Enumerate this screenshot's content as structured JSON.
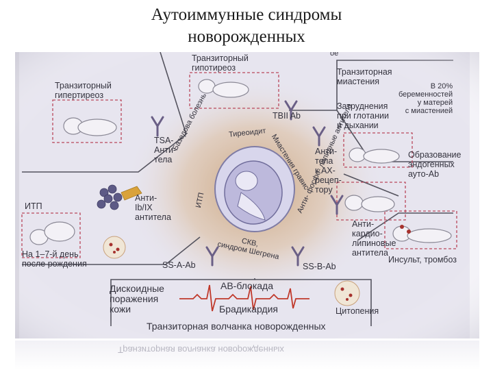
{
  "title": {
    "line1": "Аутоиммунные синдромы",
    "line2": "новорожденных"
  },
  "figure": {
    "top_cut": "ое",
    "transient_hypothyroid": [
      "Транзиторный",
      "гипотиреоз"
    ],
    "transient_hyperthyroid": [
      "Транзиторный",
      "гипертиреоз"
    ],
    "transient_myasthenia": [
      "Транзиторная",
      "миастения"
    ],
    "percent_note": [
      "В 20%",
      "беременностей",
      "у матерей",
      "с миастенией"
    ],
    "swallow_note": [
      "Затруднения",
      "при глотании",
      "и дыхании"
    ],
    "tbii_ab": "TBII Ab",
    "tsa_antibodies": [
      "TSA-",
      "Анти-",
      "тела"
    ],
    "ach_antibodies": [
      "Анти-",
      "тела",
      "к АХ-",
      "рецеп-",
      "тору"
    ],
    "endogenous_ab": [
      "Образование",
      "эндогенных",
      "ауто-Ab"
    ],
    "itp_left": "ИТП",
    "anti_ib_ix": [
      "Анти-",
      "Ib/IX",
      "антитела"
    ],
    "days_note": [
      "На 1–7-й день",
      "после рождения"
    ],
    "anticardiolipin": [
      "Анти-",
      "кардио-",
      "липиновые",
      "антитела"
    ],
    "stroke": "Инсульт, тромбоз",
    "ssa_ab": "SS-A-Ab",
    "ssb_ab": "SS-B-Ab",
    "discoid": [
      "Дискоидные",
      "поражения",
      "кожи"
    ],
    "av_block": "АВ-блокада",
    "bradycardia": "Брадикардия",
    "cytopenia": "Цитопения",
    "neonatal_lupus": "Транзиторная волчанка новорожденных",
    "ring_graves": "Базедова болезнь",
    "ring_thyroiditis": "Тиреоидит",
    "ring_myasthenia": "Миастения гравис",
    "ring_itp": "ИТП",
    "ring_sle": [
      "СКВ,",
      "синдром Шегрена"
    ],
    "ring_antiphospholipid": [
      "Анти-",
      "фосфо-",
      "липидные",
      "антитела"
    ]
  },
  "reflection_text": "Транзиторная волчанка новорожденных",
  "colors": {
    "background": "#e7e5ef",
    "text": "#34333e",
    "center_glow": "#c9a27a",
    "box_dash": "#b9475b",
    "ecg": "#c0392b"
  }
}
